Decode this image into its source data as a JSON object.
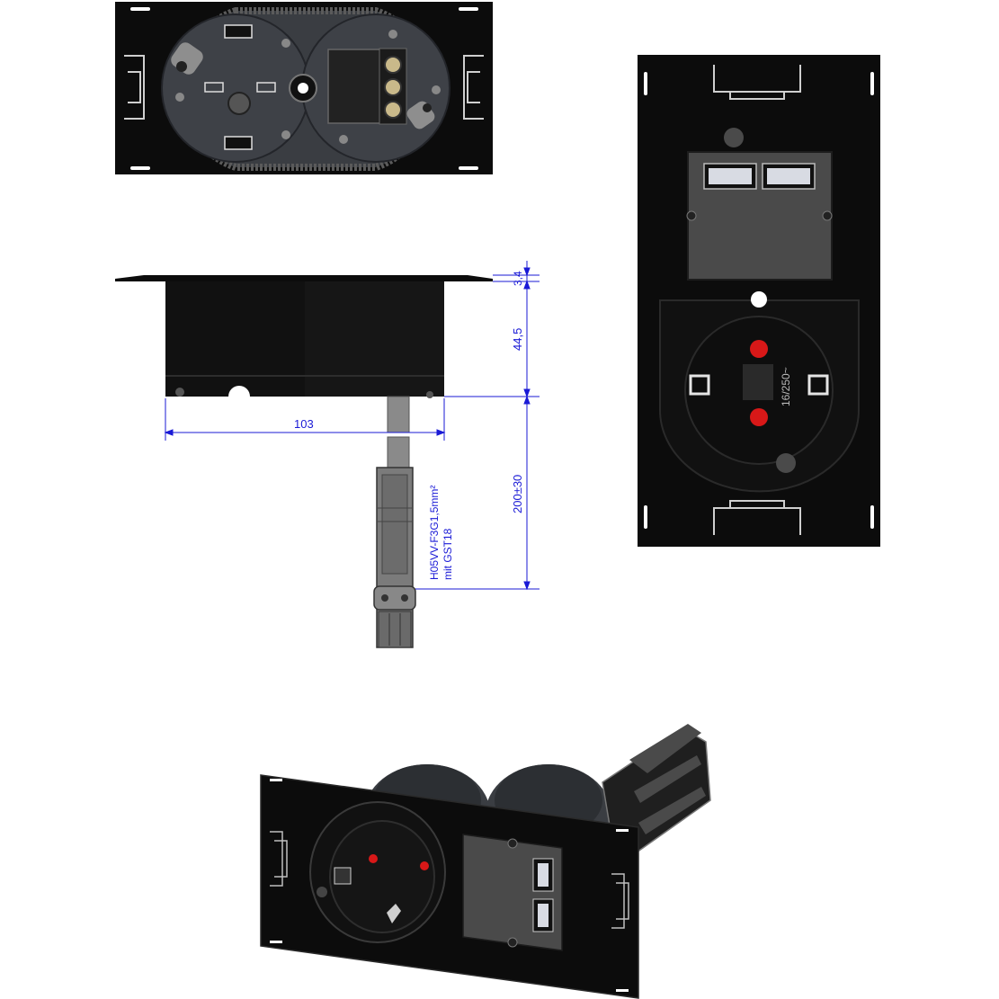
{
  "colors": {
    "dimension": "#1a1ad6",
    "body": "#0c0c0c",
    "insert": "#3a3d42",
    "usb_panel": "#4a4a4a",
    "contact_red": "#d81818",
    "cable": "#8a8a8a"
  },
  "dimensions": {
    "flange_thickness": "3,4",
    "body_depth": "44,5",
    "width": "103",
    "cable_length": "200±30"
  },
  "cable_spec": {
    "line1": "H05VV-F3G1,5mm²",
    "line2": "mit GST18"
  },
  "socket_marking": "16/250~",
  "views": [
    {
      "name": "bottom-view",
      "icon": "rear-view-icon"
    },
    {
      "name": "side-view",
      "icon": "side-section-icon"
    },
    {
      "name": "front-view",
      "icon": "front-face-icon"
    },
    {
      "name": "perspective-view",
      "icon": "isometric-icon"
    }
  ]
}
